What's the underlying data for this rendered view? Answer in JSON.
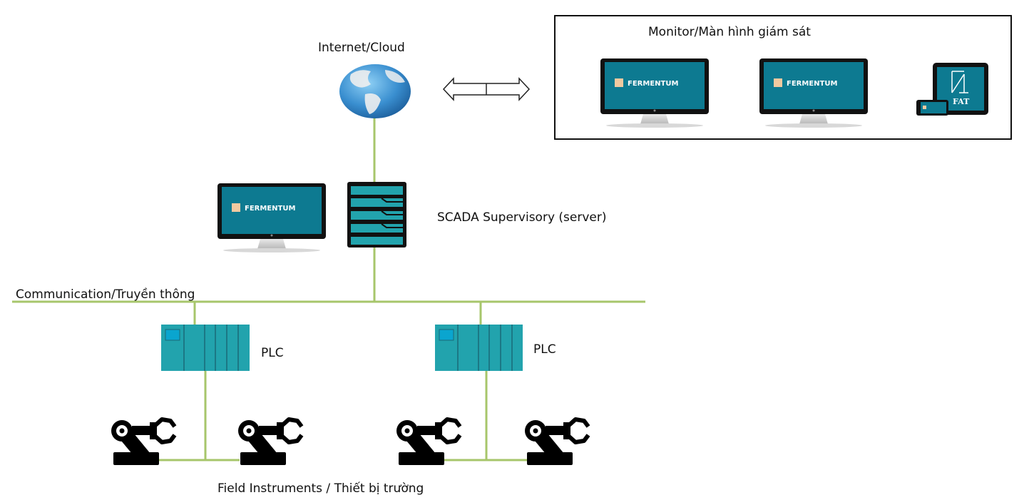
{
  "labels": {
    "internet": "Internet/Cloud",
    "monitor_group": "Monitor/Màn hình giám sát",
    "scada": "SCADA Supervisory (server)",
    "communication": "Communication/Truyền thông",
    "plc_left": "PLC",
    "plc_right": "PLC",
    "field": "Field Instruments / Thiết bị trường"
  },
  "screens": {
    "brand": "FERMENTUM",
    "tablet_brand": "FAT"
  },
  "colors": {
    "link_line": "#a7c66b",
    "device_teal": "#22a3ad",
    "screen_teal": "#0d7a91",
    "globe_blue": "#3a8fd0"
  }
}
